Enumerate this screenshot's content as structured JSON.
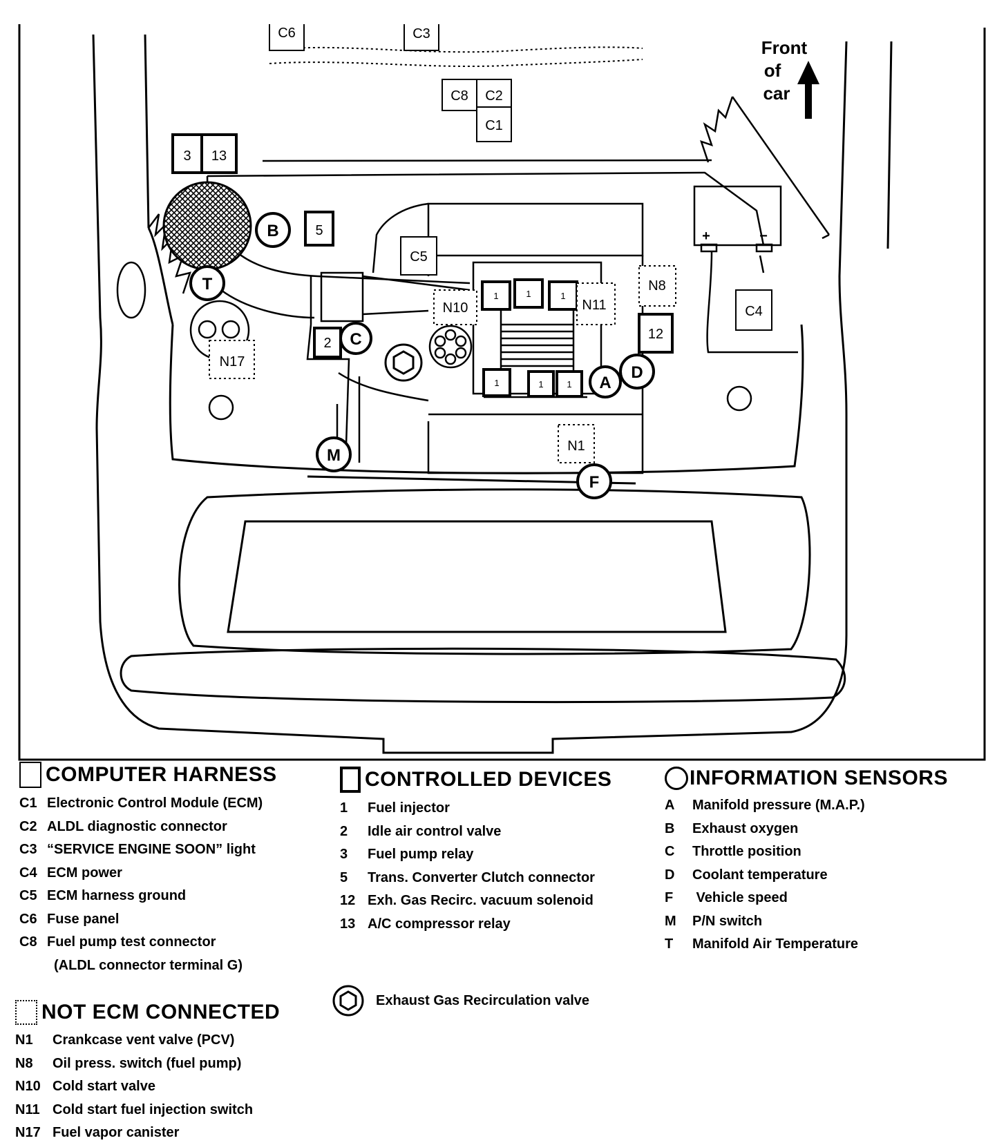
{
  "diagram": {
    "direction_label": [
      "Front",
      "of",
      "car"
    ],
    "labels": {
      "c6": "C6",
      "c3": "C3",
      "c8": "C8",
      "c2": "C2",
      "c1": "C1",
      "c5": "C5",
      "c4": "C4",
      "r3": "3",
      "r13": "13",
      "r5": "5",
      "r2": "2",
      "r12": "12",
      "inj": "1",
      "n8": "N8",
      "n10": "N10",
      "n11": "N11",
      "n17": "N17",
      "n1": "N1",
      "a": "A",
      "b": "B",
      "c": "C",
      "d": "D",
      "f": "F",
      "m": "M",
      "t": "T",
      "plus": "+",
      "minus": "−"
    }
  },
  "legend": {
    "computer_harness": {
      "title": "COMPUTER HARNESS",
      "items": [
        {
          "code": "C1",
          "text": "Electronic Control Module (ECM)"
        },
        {
          "code": "C2",
          "text": "ALDL diagnostic connector"
        },
        {
          "code": "C3",
          "text": "“SERVICE ENGINE SOON” light"
        },
        {
          "code": "C4",
          "text": "ECM power"
        },
        {
          "code": "C5",
          "text": "ECM harness ground"
        },
        {
          "code": "C6",
          "text": "Fuse panel"
        },
        {
          "code": "C8",
          "text": "Fuel pump test connector"
        },
        {
          "code": "",
          "text": "(ALDL connector terminal G)"
        }
      ]
    },
    "not_ecm": {
      "title": "NOT ECM CONNECTED",
      "items": [
        {
          "code": "N1",
          "text": "Crankcase vent valve (PCV)"
        },
        {
          "code": "N8",
          "text": "Oil press. switch (fuel pump)"
        },
        {
          "code": "N10",
          "text": "Cold start valve"
        },
        {
          "code": "N11",
          "text": "Cold start fuel injection  switch"
        },
        {
          "code": "N17",
          "text": "Fuel vapor canister"
        }
      ]
    },
    "controlled_devices": {
      "title": "CONTROLLED DEVICES",
      "items": [
        {
          "code": "1",
          "text": "Fuel injector"
        },
        {
          "code": "2",
          "text": "Idle air control valve"
        },
        {
          "code": "3",
          "text": "Fuel pump relay"
        },
        {
          "code": "5",
          "text": "Trans. Converter Clutch connector"
        },
        {
          "code": "12",
          "text": "Exh. Gas Recirc. vacuum solenoid"
        },
        {
          "code": "13",
          "text": "A/C compressor relay"
        }
      ]
    },
    "egr": {
      "text": "Exhaust Gas Recirculation valve"
    },
    "information_sensors": {
      "title": "INFORMATION SENSORS",
      "items": [
        {
          "code": "A",
          "text": "Manifold pressure (M.A.P.)"
        },
        {
          "code": "B",
          "text": "Exhaust oxygen"
        },
        {
          "code": "C",
          "text": "Throttle position"
        },
        {
          "code": "D",
          "text": "Coolant temperature"
        },
        {
          "code": "F",
          "text": " Vehicle speed"
        },
        {
          "code": "M",
          "text": "P/N switch"
        },
        {
          "code": "T",
          "text": "Manifold Air Temperature"
        }
      ]
    }
  }
}
